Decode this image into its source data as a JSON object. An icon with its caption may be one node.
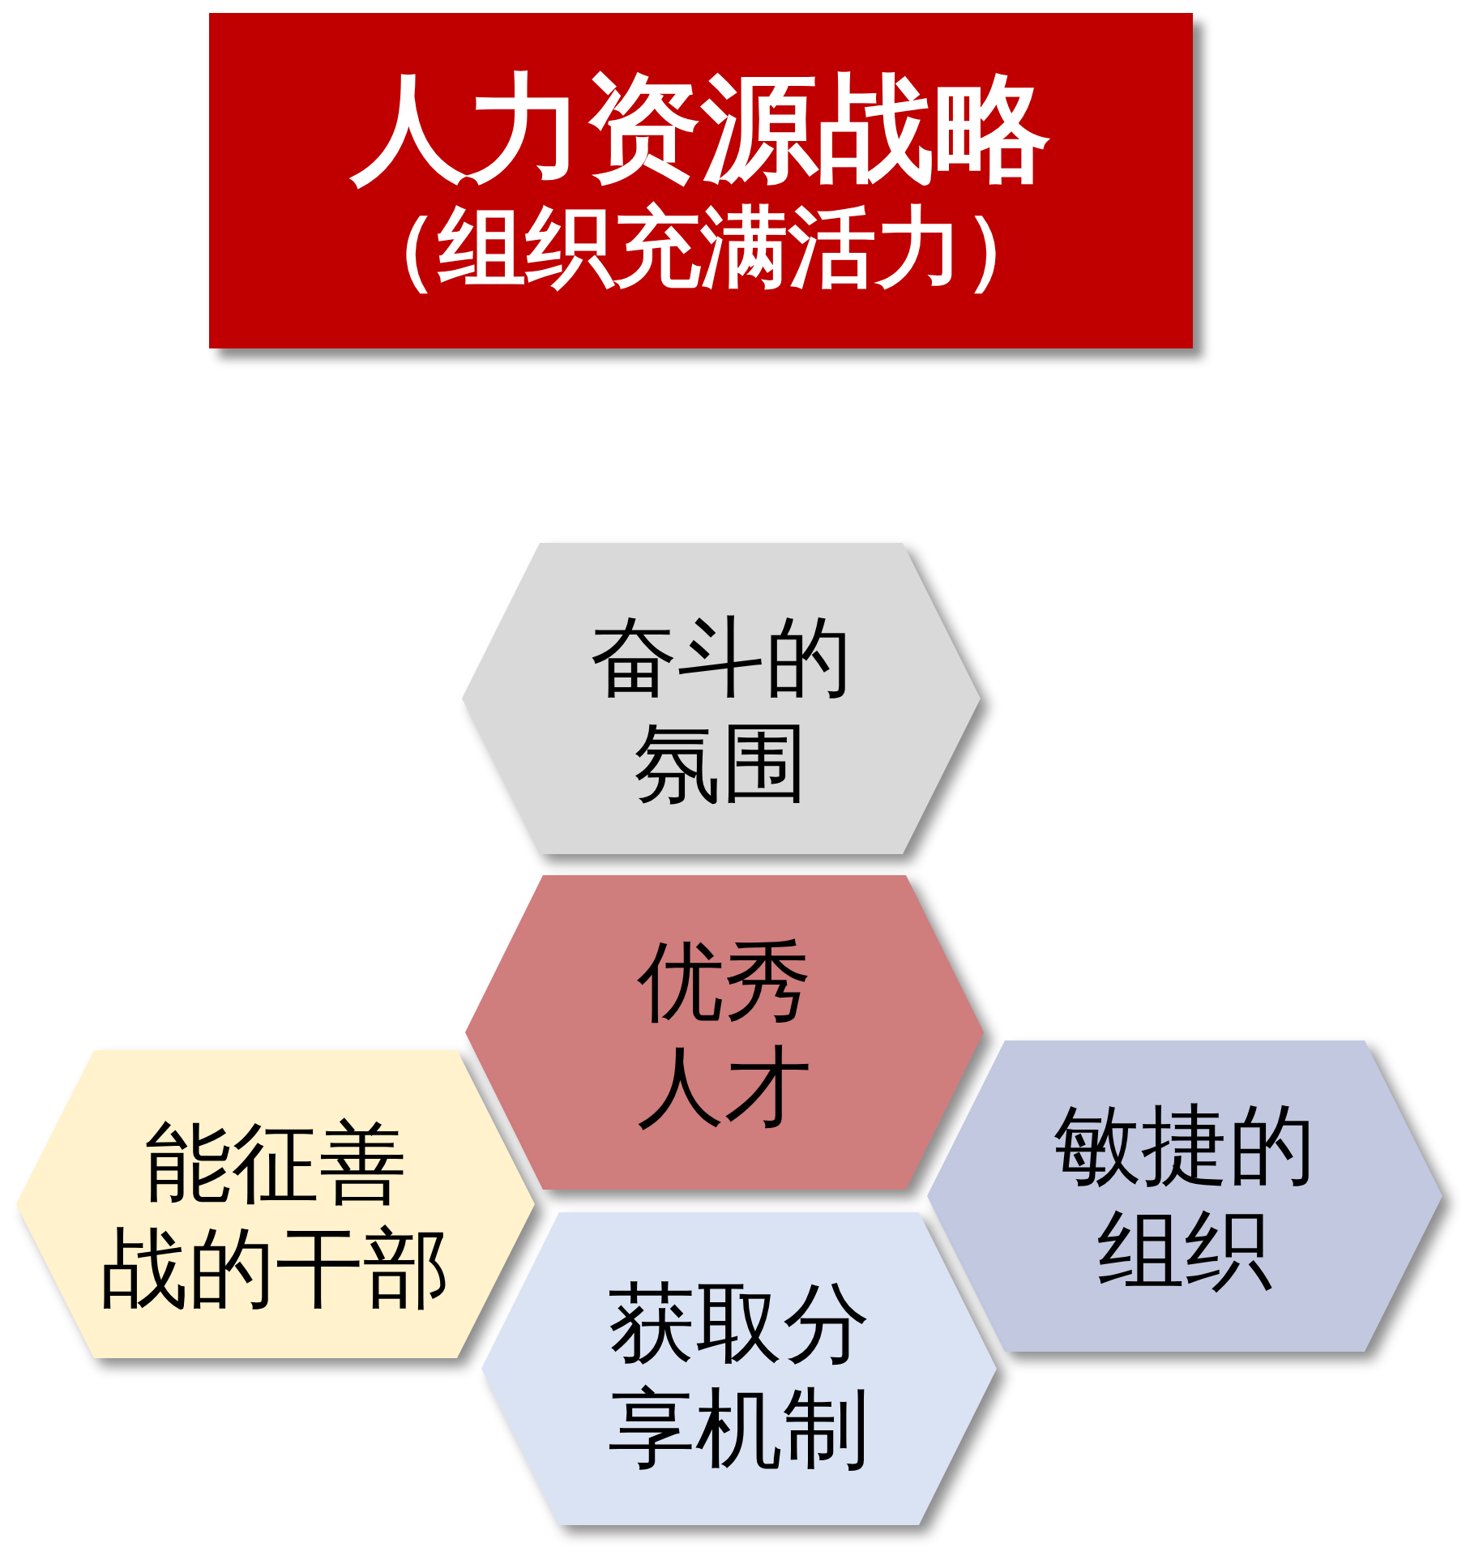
{
  "diagram": {
    "nodes": [
      {
        "text": [
          "人力资源战略",
          "（组织充满活力）"
        ]
      },
      {
        "text": [
          "奋斗的氛围"
        ]
      },
      {
        "text": [
          "优秀人才"
        ]
      },
      {
        "text": [
          "能征善战的干部"
        ]
      },
      {
        "text": [
          "敏捷的组织"
        ]
      },
      {
        "text": [
          "获取分享机制"
        ]
      }
    ]
  }
}
